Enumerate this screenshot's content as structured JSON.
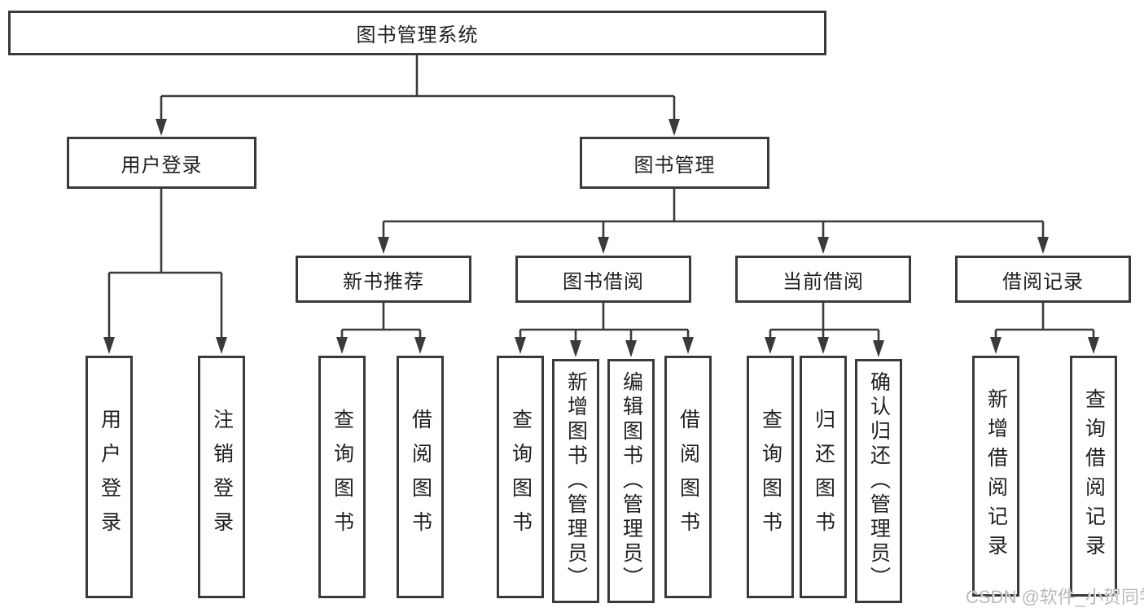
{
  "diagram": {
    "root": "图书管理系统",
    "branches": [
      {
        "label": "用户登录",
        "children": [
          {
            "label": "用户登录"
          },
          {
            "label": "注销登录"
          }
        ]
      },
      {
        "label": "图书管理",
        "children": [
          {
            "label": "新书推荐",
            "children": [
              {
                "label": "查询图书"
              },
              {
                "label": "借阅图书"
              }
            ]
          },
          {
            "label": "图书借阅",
            "children": [
              {
                "label": "查询图书"
              },
              {
                "label": "新增图书（管理员）"
              },
              {
                "label": "编辑图书（管理员）"
              },
              {
                "label": "借阅图书"
              }
            ]
          },
          {
            "label": "当前借阅",
            "children": [
              {
                "label": "查询图书"
              },
              {
                "label": "归还图书"
              },
              {
                "label": "确认归还（管理员）"
              }
            ]
          },
          {
            "label": "借阅记录",
            "children": [
              {
                "label": "新增借阅记录"
              },
              {
                "label": "查询借阅记录"
              }
            ]
          }
        ]
      }
    ]
  },
  "style_colors": {
    "line": "#3a3a3a",
    "text": "#1f1f1f",
    "watermark": "#b9b9b9"
  },
  "watermark": {
    "text": "CSDN @软件_小贺同学"
  }
}
